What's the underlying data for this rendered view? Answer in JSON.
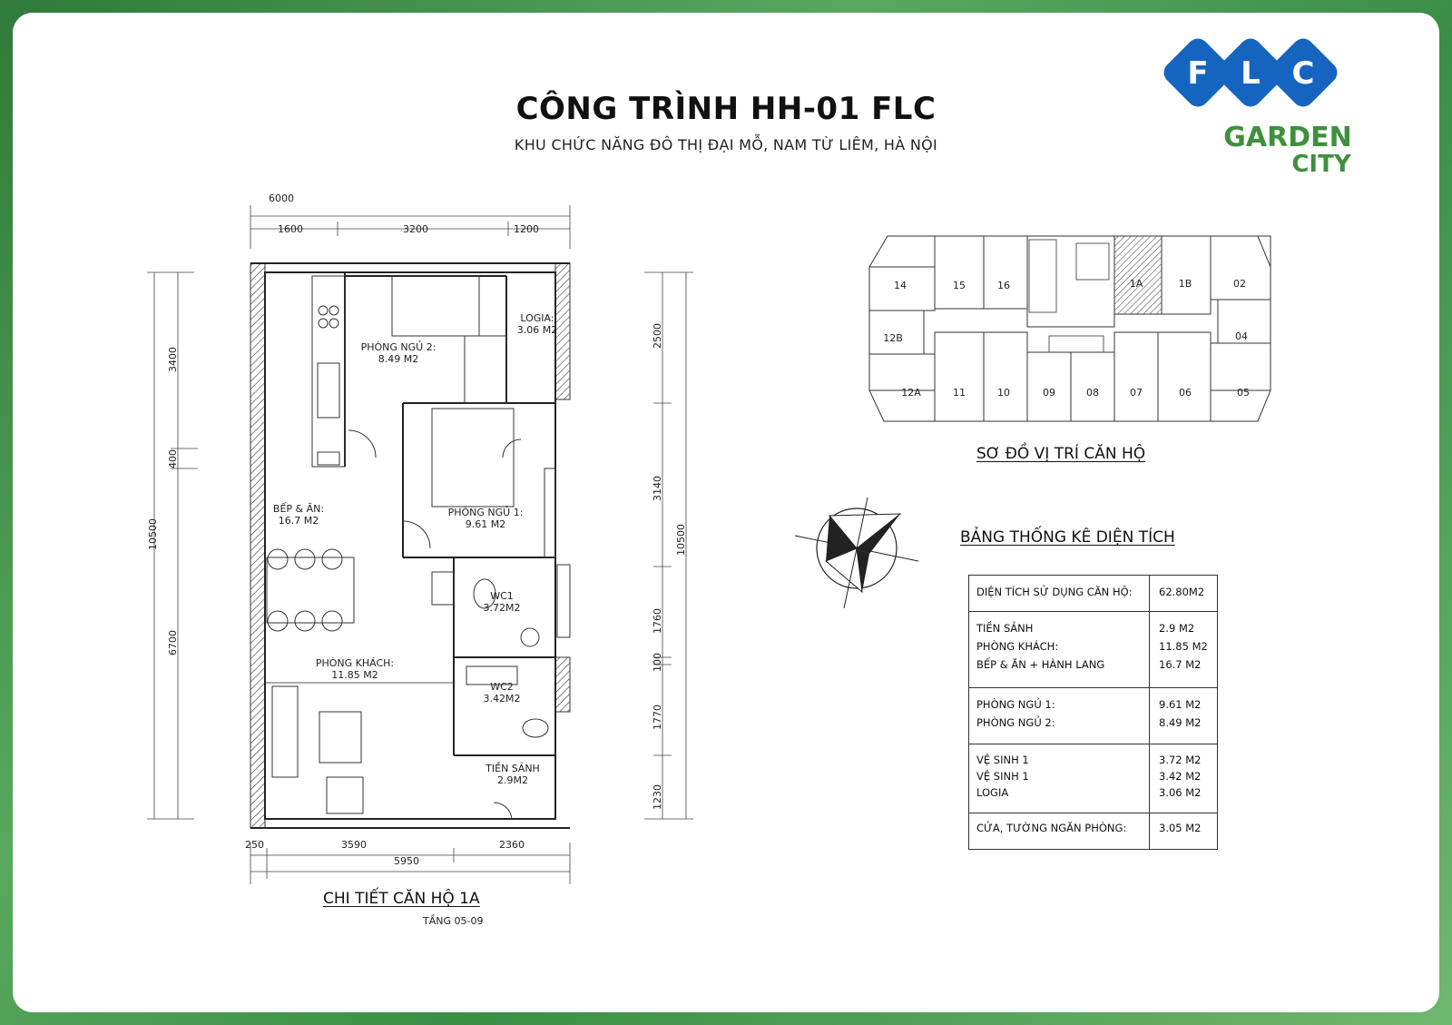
{
  "header": {
    "title": "CÔNG TRÌNH HH-01 FLC",
    "subtitle": "KHU CHỨC NĂNG ĐÔ THỊ ĐẠI MỖ, NAM TỪ LIÊM, HÀ NỘI"
  },
  "logo": {
    "letters": [
      "F",
      "L",
      "C"
    ],
    "line1": "GARDEN",
    "line2": "CITY",
    "colors": {
      "blue": "#1565c0",
      "green": "#3f8f3f"
    }
  },
  "floorplan": {
    "dims_top": {
      "total": "6000",
      "parts": [
        "1600",
        "3200",
        "1200"
      ]
    },
    "dims_left": {
      "total": "10500",
      "parts": [
        "3400",
        "400",
        "6700"
      ]
    },
    "dims_right": {
      "total": "10500",
      "parts": [
        "2500",
        "3140",
        "1760",
        "100",
        "1770",
        "1230"
      ]
    },
    "dims_bottom": {
      "parts": [
        "250",
        "3590",
        "2360"
      ],
      "total": "5950"
    },
    "rooms": [
      {
        "name": "PHÒNG NGỦ 2:",
        "area": "8.49 M2"
      },
      {
        "name": "LOGIA:",
        "area": "3.06 M2"
      },
      {
        "name": "BẾP & ĂN:",
        "area": "16.7 M2"
      },
      {
        "name": "PHÒNG NGỦ 1:",
        "area": "9.61 M2"
      },
      {
        "name": "WC1",
        "area": "3.72M2"
      },
      {
        "name": "PHÒNG KHÁCH:",
        "area": "11.85 M2"
      },
      {
        "name": "WC2",
        "area": "3.42M2"
      },
      {
        "name": "TIỀN SẢNH",
        "area": "2.9M2"
      }
    ],
    "caption": "CHI TIẾT CĂN HỘ 1A",
    "floors": "TẦNG 05-09"
  },
  "keyplan": {
    "units_top": [
      "14",
      "15",
      "16",
      "1A",
      "1B",
      "02"
    ],
    "units_side": [
      "12B",
      "04"
    ],
    "units_bottom": [
      "12A",
      "11",
      "10",
      "09",
      "08",
      "07",
      "06",
      "05"
    ],
    "caption": "SƠ ĐỒ VỊ TRÍ CĂN HỘ",
    "highlight_color": "#555555"
  },
  "stats": {
    "title": "BẢNG THỐNG KÊ DIỆN TÍCH",
    "groups": [
      [
        {
          "label": "DIỆN TÍCH SỬ DỤNG CĂN HỘ:",
          "value": "62.80M2"
        }
      ],
      [
        {
          "label": "TIỀN SẢNH",
          "value": "2.9 M2"
        },
        {
          "label": "PHÒNG KHÁCH:",
          "value": "11.85 M2"
        },
        {
          "label": "BẾP & ĂN + HÀNH LANG",
          "value": "16.7 M2"
        }
      ],
      [
        {
          "label": "PHÒNG NGỦ 1:",
          "value": "9.61 M2"
        },
        {
          "label": "PHÒNG NGỦ 2:",
          "value": "8.49 M2"
        }
      ],
      [
        {
          "label": "VỆ SINH 1",
          "value": "3.72 M2"
        },
        {
          "label": "VỆ SINH 1",
          "value": "3.42 M2"
        },
        {
          "label": "LOGIA",
          "value": "3.06 M2"
        }
      ],
      [
        {
          "label": "CỬA, TƯỜNG NGĂN PHÒNG:",
          "value": "3.05 M2"
        }
      ]
    ]
  }
}
